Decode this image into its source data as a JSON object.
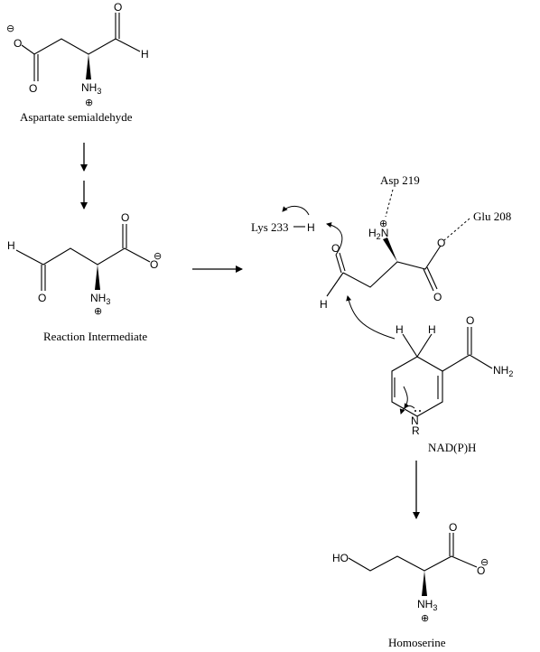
{
  "labels": {
    "aspartate": "Aspartate semialdehyde",
    "intermediate": "Reaction Intermediate",
    "nadph": "NAD(P)H",
    "homoserine": "Homoserine"
  },
  "residues": {
    "lys": "Lys 233",
    "asp": "Asp 219",
    "glu": "Glu 208"
  },
  "atoms": {
    "O": "O",
    "H": "H",
    "N": "N",
    "NH": "NH",
    "NH2": "NH",
    "NH3": "NH",
    "H2N": "H",
    "R": "R",
    "HO": "HO",
    "sub2": "2",
    "sub3": "3"
  },
  "charges": {
    "minus": "⊖",
    "plus": "⊕"
  }
}
